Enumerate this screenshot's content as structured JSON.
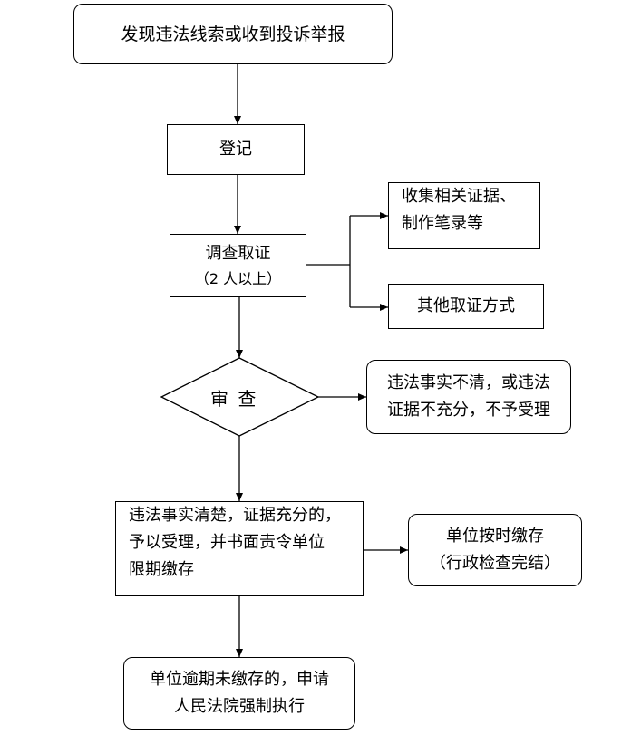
{
  "nodes": {
    "start": "发现违法线索或收到投诉举报",
    "register": "登记",
    "investigate": "调查取证",
    "investigate_note": "（2 人以上）",
    "collect_line1": "收集相关证据、",
    "collect_line2": "制作笔录等",
    "other_methods": "其他取证方式",
    "review": "审  查",
    "reject_line1": "违法事实不清，或违法",
    "reject_line2": "证据不充分，不予受理",
    "accept_line1": "违法事实清楚，证据充分的，",
    "accept_line2": "予以受理，并书面责令单位",
    "accept_line3": "限期缴存",
    "ontime_line1": "单位按时缴存",
    "ontime_line2": "（行政检查完结）",
    "overdue_line1": "单位逾期未缴存的，申请",
    "overdue_line2": "人民法院强制执行"
  },
  "colors": {
    "stroke": "#000000",
    "background": "#ffffff"
  }
}
